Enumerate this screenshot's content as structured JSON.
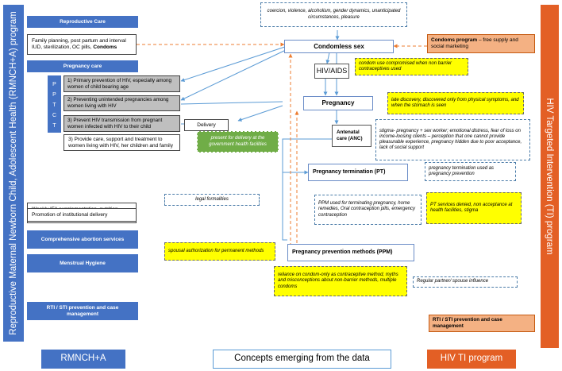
{
  "left_vertical_title": "Reproductive Maternal Newborn Child, Adolescent Health (RMNCH+A) program",
  "right_vertical_title": "HIV Targeted Intervention (TI) program",
  "pptct_letters": [
    "P",
    "P",
    "T",
    "C",
    "T"
  ],
  "left": {
    "reproductive_care": "Reproductive Care",
    "family_planning": "Family planning, post partum and interval IUD, sterilization, OC pills,",
    "family_planning_bold": "Condoms",
    "pregnancy_care": "Pregnancy care",
    "pptct_items": [
      "1) Primary prevention of HIV, especially among women of child bearing age",
      "2) Preventing unintended pregnancies among women living with HIV",
      "3) Prevent HIV transmission from pregnant women infected with HIV to their child",
      "3) Provide care, support and treatment to women living with HIV, her children and family"
    ],
    "ifa": "Weekly IFA supplementation, nutrition counselling",
    "institutional_delivery": "Promotion of institutional delivery",
    "abortion_services": "Comprehensive abortion services",
    "menstrual_hygiene": "Menstrual Hygiene",
    "rti_sti": "RTI / STI prevention and case management"
  },
  "center": {
    "coercion_note": "coercion, violence, alcoholism, gender dynamics, unanticipated circumstances, pleasure",
    "condomless_sex": "Condomless sex",
    "hiv_aids": "HIV/AIDS",
    "condom_use_note": "condom use compromised when non barrier contraceptives used",
    "pregnancy": "Pregnancy",
    "late_discovery_note": "late discovery, discovered only from physical symptoms, and when the stomach is seen",
    "delivery": "Delivery",
    "present_for_delivery": "present for delivery at the government health facilities",
    "antenatal_care": "Antenatal care (ANC)",
    "stigma_note": "stigma- pregnancy + sex worker; emotional distress, fear of loss on income-loosing clients – perception that one cannot provide pleasurable experience, pregnancy hidden due to poor acceptance, lack of social support",
    "pregnancy_termination": "Pregnancy termination (PT)",
    "pt_note": "pregnancy termination used as pregnancy prevention",
    "legal_formalities": "legal formalities",
    "ppm_note": "PPM used for terminating pregnancy, home remedies, Oral contraception pills, emergency contraception",
    "pt_denied_note": "PT services denied, non acceptance at health facilities, stigma",
    "spousal_note": "spousal authorization for permanent methods",
    "ppm": "Pregnancy prevention methods (PPM)",
    "reliance_note": "reliance on condom-only as contraceptive method, myths and misconceptions about non-barrier methods, multiple condoms",
    "regular_partner_note": "Regular partner/ spouse influence"
  },
  "right": {
    "condoms_program_bold": "Condoms program",
    "condoms_program_rest": "– free supply and social marketing",
    "rti_sti": "RTI / STI prevention and case management"
  },
  "footer": {
    "rmnch": "RMNCH+A",
    "concepts": "Concepts emerging from the data",
    "hiv_ti": "HIV TI program"
  },
  "colors": {
    "blue": "#4472c4",
    "orange": "#f4b183",
    "orange_dark": "#e35f25",
    "yellow": "#ffff00",
    "green": "#70ad47",
    "grey": "#bfbfbf"
  }
}
